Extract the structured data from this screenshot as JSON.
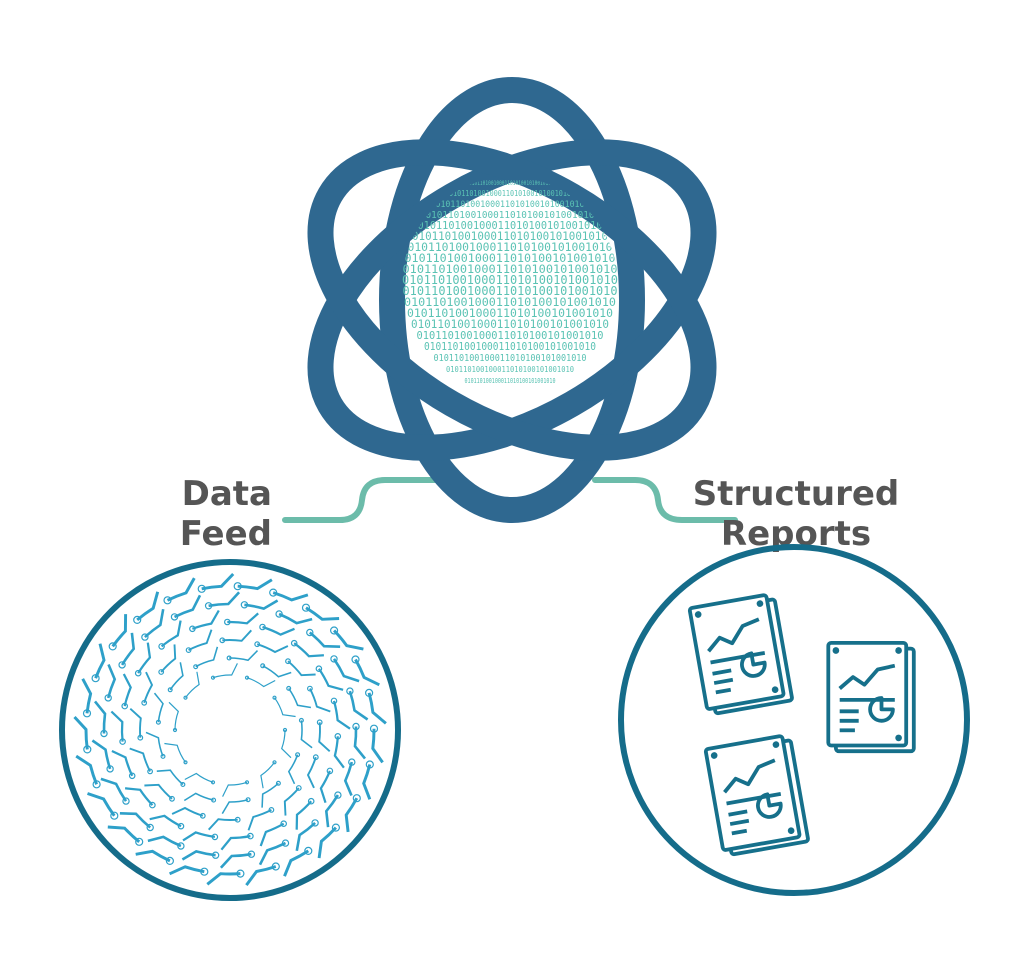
{
  "labels": {
    "left_line1": "Data",
    "left_line2": "Feed",
    "right_line1": "Structured",
    "right_line2": "Reports"
  },
  "icons": {
    "hub": "interwoven-ring-knot-icon",
    "globe": "binary-globe-icon",
    "source": "circuit-tunnel-icon",
    "output": "report-documents-icon"
  },
  "colors": {
    "knot": "#2f6890",
    "globe": "#5bc3b4",
    "connector": "#6cbcaa",
    "circle_stroke": "#156c8a",
    "circuit": "#2ea0c9",
    "report": "#16708b",
    "label_text": "#555555"
  }
}
